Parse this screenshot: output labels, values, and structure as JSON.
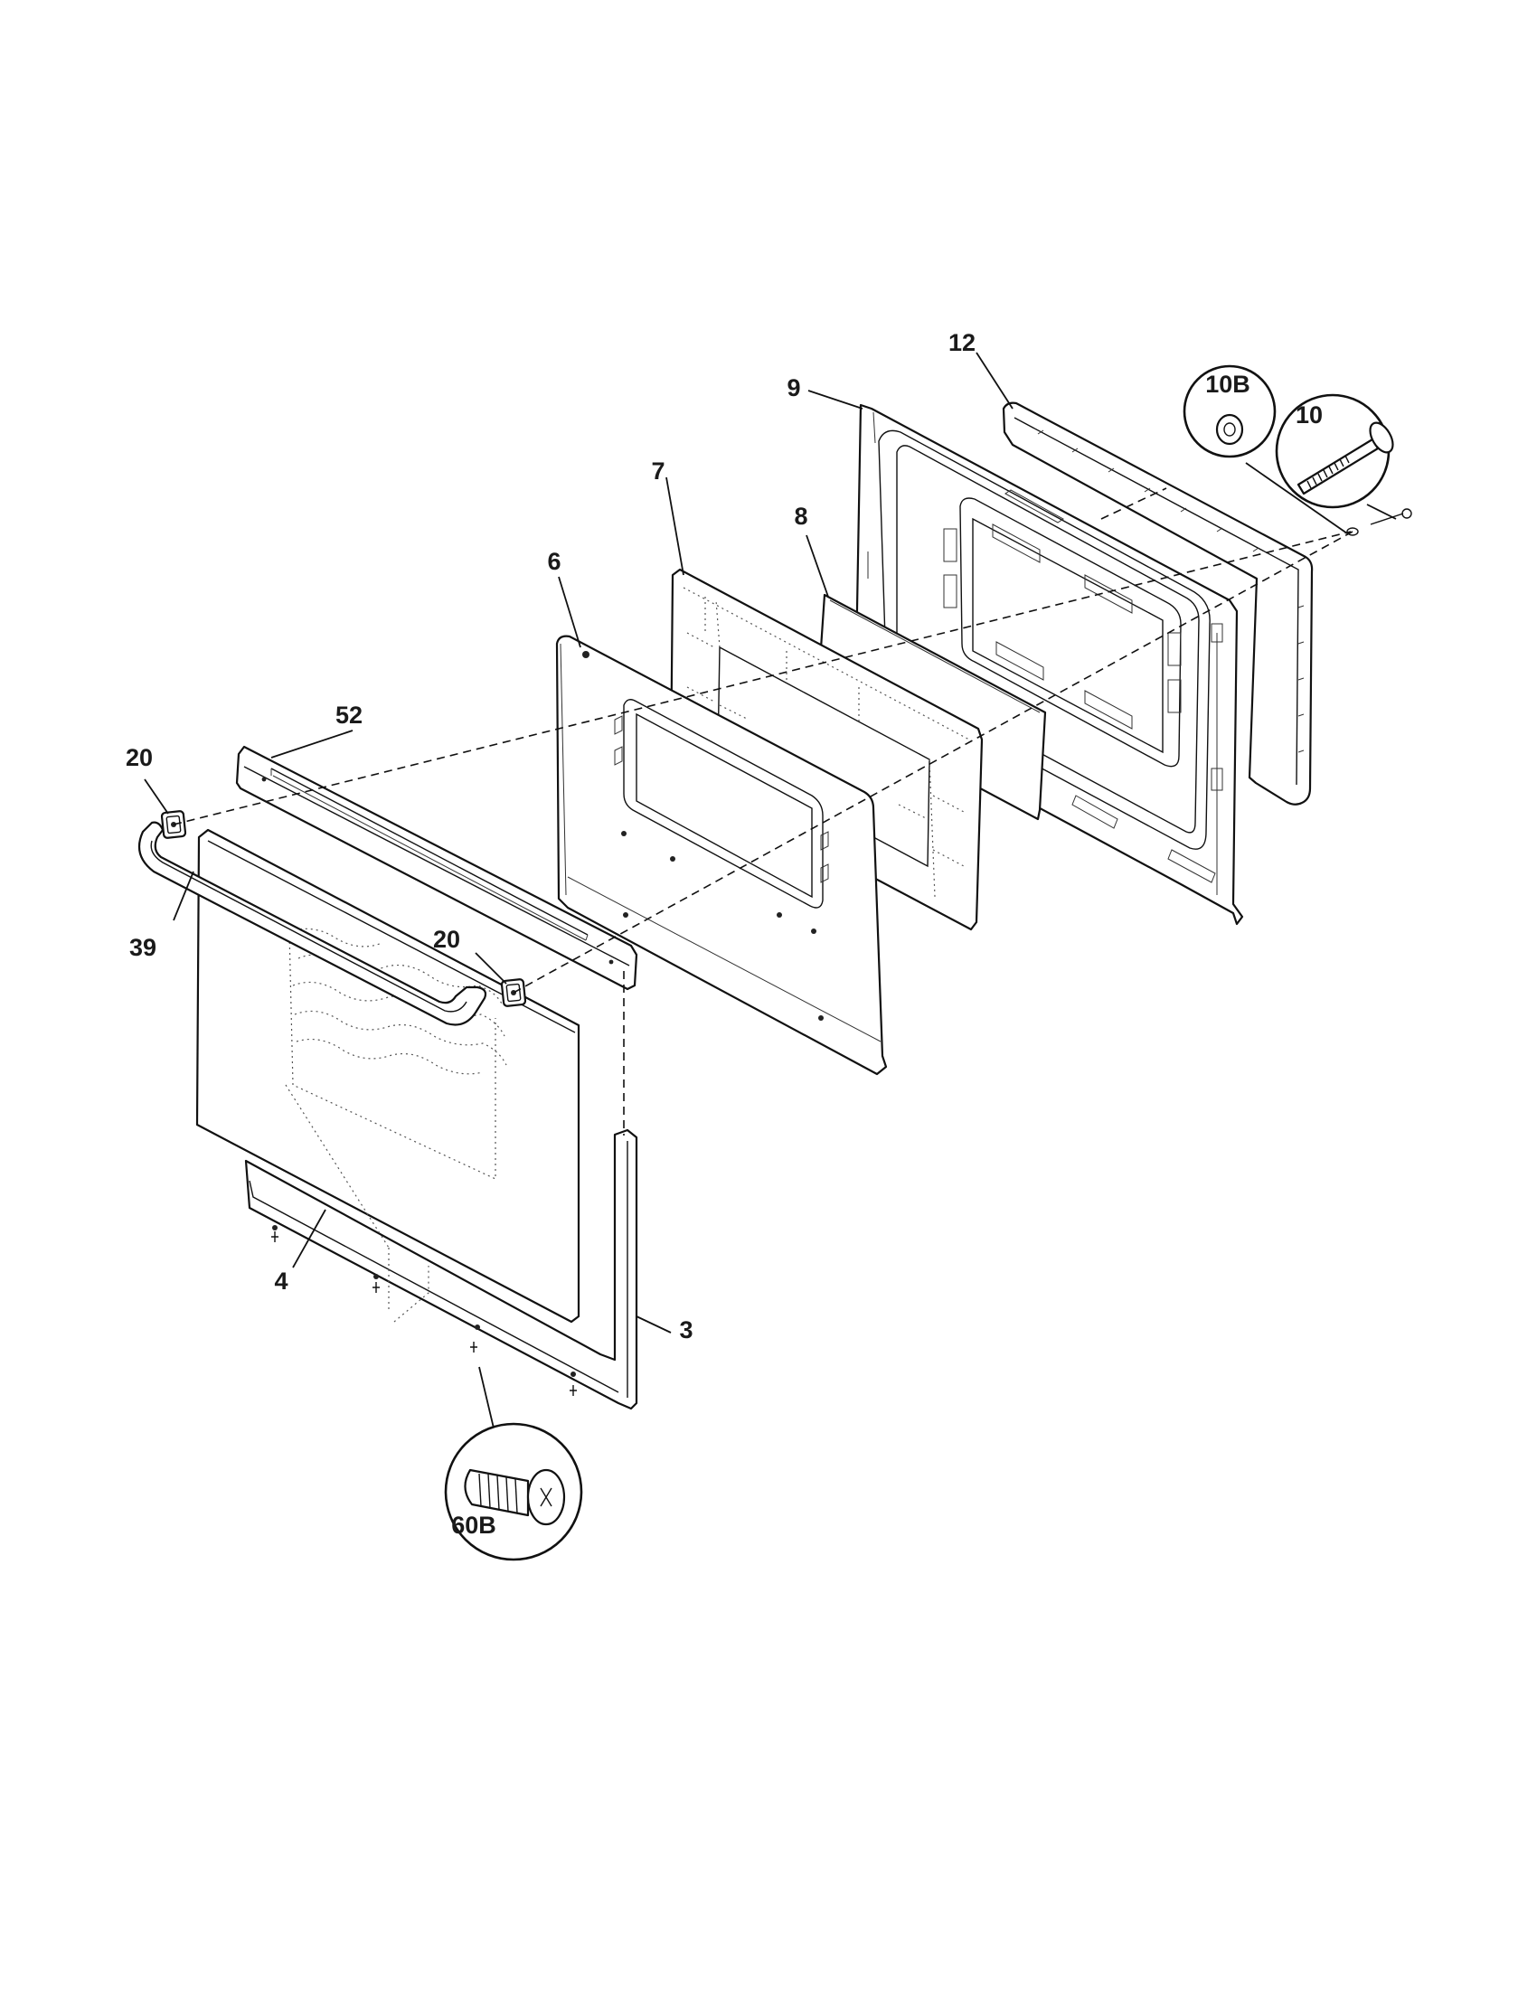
{
  "callouts": {
    "c3": "3",
    "c4": "4",
    "c6": "6",
    "c7": "7",
    "c8": "8",
    "c9": "9",
    "c10": "10",
    "c10b": "10B",
    "c12": "12",
    "c20a": "20",
    "c20b": "20",
    "c39": "39",
    "c52": "52",
    "c60b": "60B"
  }
}
